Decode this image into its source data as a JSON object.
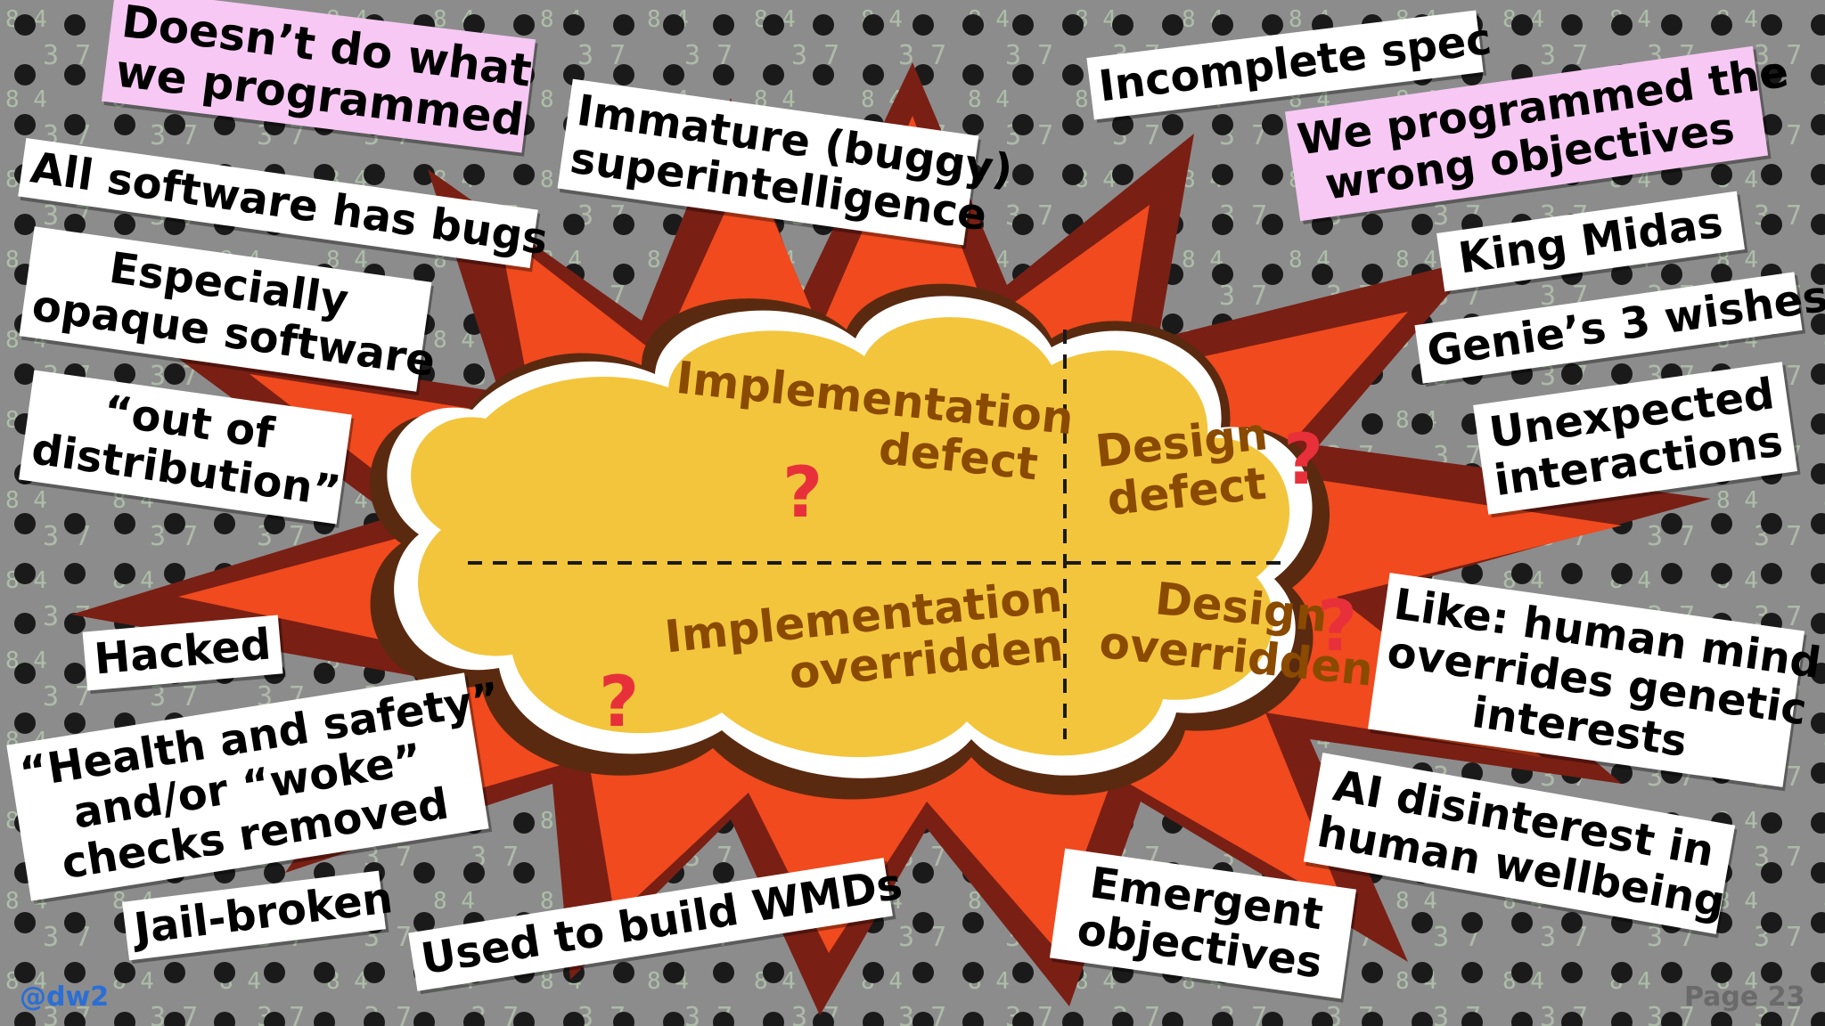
{
  "colors": {
    "background": "#8c8c8c",
    "burst_outer": "#7a1f14",
    "burst_inner": "#f04a1e",
    "cloud_fill": "#f3c53c",
    "cloud_shadow": "#5a2a10",
    "pink_box": "#f7c8f4",
    "question_mark": "#e8303a",
    "quadrant_text": "#8a4a00",
    "handle_text": "#2a6fd6"
  },
  "quadrants": {
    "top_left": [
      "Implementation",
      "defect"
    ],
    "top_right": [
      "Design",
      "defect"
    ],
    "bottom_left": [
      "Implementation",
      "overridden"
    ],
    "bottom_right": [
      "Design",
      "overridden"
    ],
    "question_mark": "?"
  },
  "labels": {
    "doesnt_do": [
      "Doesn’t do what",
      "we programmed"
    ],
    "all_software": [
      "All software has bugs"
    ],
    "especially_opaque": [
      "Especially",
      "opaque software"
    ],
    "out_of_distribution": [
      "“out of",
      "distribution”"
    ],
    "immature": [
      "Immature (buggy)",
      "superintelligence"
    ],
    "incomplete_spec": [
      "Incomplete spec"
    ],
    "wrong_objectives": [
      "We programmed the",
      "wrong objectives"
    ],
    "king_midas": [
      "King Midas"
    ],
    "genie": [
      "Genie’s 3 wishes"
    ],
    "unexpected": [
      "Unexpected",
      "interactions"
    ],
    "hacked": [
      "Hacked"
    ],
    "health_safety": [
      "“Health and safety”",
      "and/or “woke”",
      "checks removed"
    ],
    "jail_broken": [
      "Jail-broken"
    ],
    "wmds": [
      "Used to build WMDs"
    ],
    "emergent": [
      "Emergent",
      "objectives"
    ],
    "human_mind": [
      "Like: human mind",
      "overrides genetic",
      "interests"
    ],
    "ai_disinterest": [
      "AI disinterest in",
      "human wellbeing"
    ]
  },
  "footer": {
    "handle": "@dw2",
    "page": "Page 23"
  }
}
